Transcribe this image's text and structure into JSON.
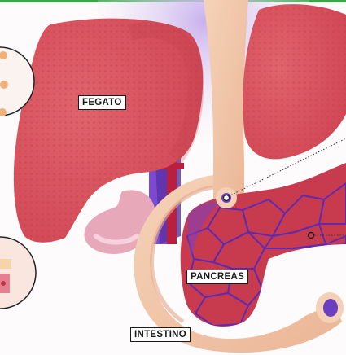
{
  "labels": {
    "liver": "FEGATO",
    "pancreas": "PANCREAS",
    "intestine": "INTESTINO"
  },
  "colors": {
    "liver": "#d9505a",
    "liver_dark": "#b73545",
    "pancreas": "#c83a4e",
    "pancreas_lines": "#5e2bb0",
    "duodenum": "#f2c7a8",
    "vessel_purple": "#6b3fc0",
    "gallbladder": "#e8a6b8",
    "top_bar": "#3aa84a"
  }
}
